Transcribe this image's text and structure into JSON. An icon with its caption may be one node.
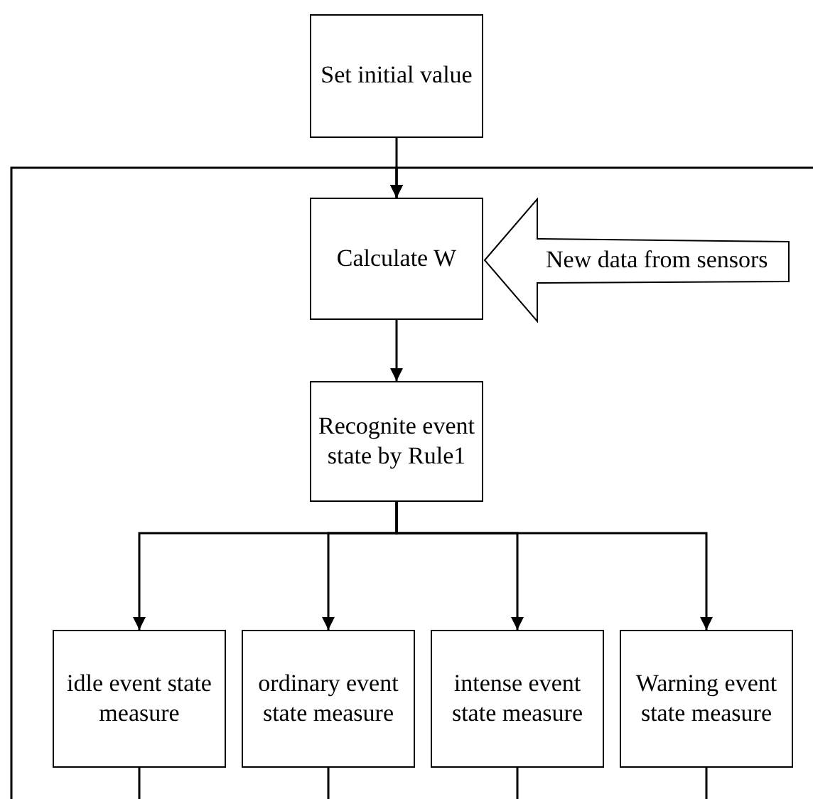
{
  "diagram": {
    "nodes": [
      {
        "text": [
          "Set initial value"
        ]
      },
      {
        "text": [
          "Calculate W"
        ]
      },
      {
        "text": [
          "New data from sensors"
        ]
      },
      {
        "text": [
          "Recognite event state by Rule1"
        ]
      },
      {
        "text": [
          "idle event state measure"
        ]
      },
      {
        "text": [
          "ordinary event state measure"
        ]
      },
      {
        "text": [
          "intense event state measure"
        ]
      },
      {
        "text": [
          "Warning event state measure"
        ]
      }
    ],
    "edges": [
      {
        "from": 0,
        "to": 1,
        "arrow": "to"
      },
      {
        "from": null,
        "to": 1,
        "arrow": "to"
      },
      {
        "from": null,
        "to": 1,
        "arrow": "to"
      },
      {
        "from": 1,
        "to": 3,
        "arrow": "to"
      },
      {
        "from": 3,
        "to": 4,
        "arrow": "to"
      },
      {
        "from": 3,
        "to": 5,
        "arrow": "to"
      },
      {
        "from": 3,
        "to": 6,
        "arrow": "to"
      },
      {
        "from": 3,
        "to": 7,
        "arrow": "to"
      },
      {
        "from": 4,
        "to": null,
        "arrow": "none"
      },
      {
        "from": 5,
        "to": null,
        "arrow": "none"
      },
      {
        "from": 6,
        "to": null,
        "arrow": "none"
      },
      {
        "from": 7,
        "to": null,
        "arrow": "none"
      }
    ]
  }
}
